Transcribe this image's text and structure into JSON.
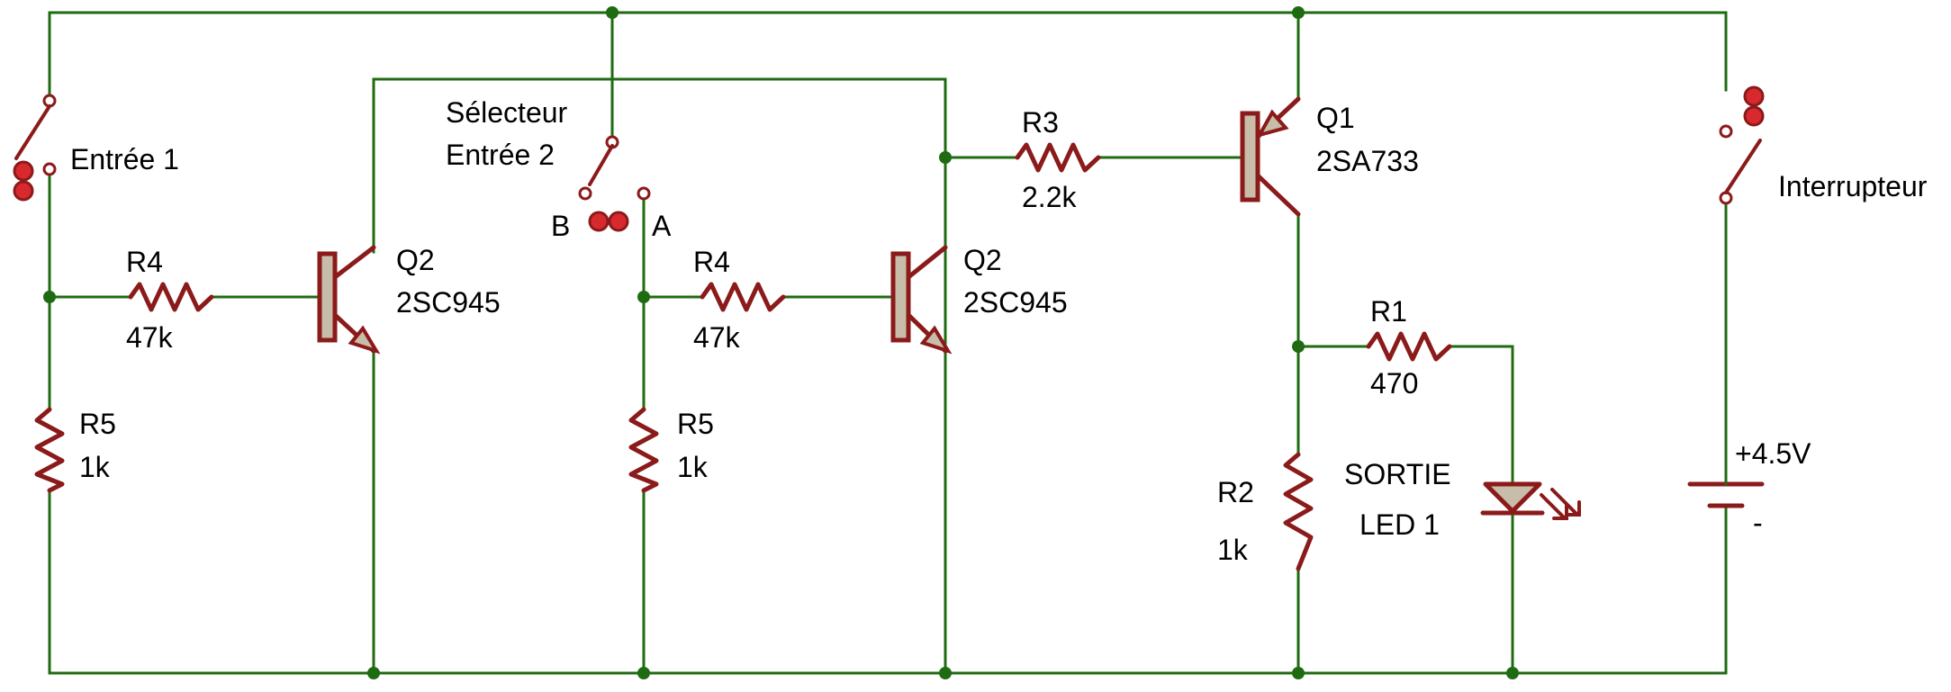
{
  "labels": {
    "input1": "Entrée 1",
    "selector_line1": "Sélecteur",
    "selector_line2": "Entrée 2",
    "selector_b": "B",
    "selector_a": "A",
    "r4_left_name": "R4",
    "r4_left_value": "47k",
    "q2_left_name": "Q2",
    "q2_left_part": "2SC945",
    "r5_left_name": "R5",
    "r5_left_value": "1k",
    "r4_mid_name": "R4",
    "r4_mid_value": "47k",
    "q2_mid_name": "Q2",
    "q2_mid_part": "2SC945",
    "r5_mid_name": "R5",
    "r5_mid_value": "1k",
    "r3_name": "R3",
    "r3_value": "2.2k",
    "q1_name": "Q1",
    "q1_part": "2SA733",
    "r1_name": "R1",
    "r1_value": "470",
    "r2_name": "R2",
    "r2_value": "1k",
    "led_line1": "SORTIE",
    "led_line2": "LED 1",
    "switch": "Interrupteur",
    "battery_plus": "+4.5V",
    "battery_minus": "-"
  },
  "colors": {
    "wire": "#1f6b12",
    "component": "#8b1a1a",
    "transistor_body": "#c8bda8",
    "switch_button": "#d8292f"
  }
}
